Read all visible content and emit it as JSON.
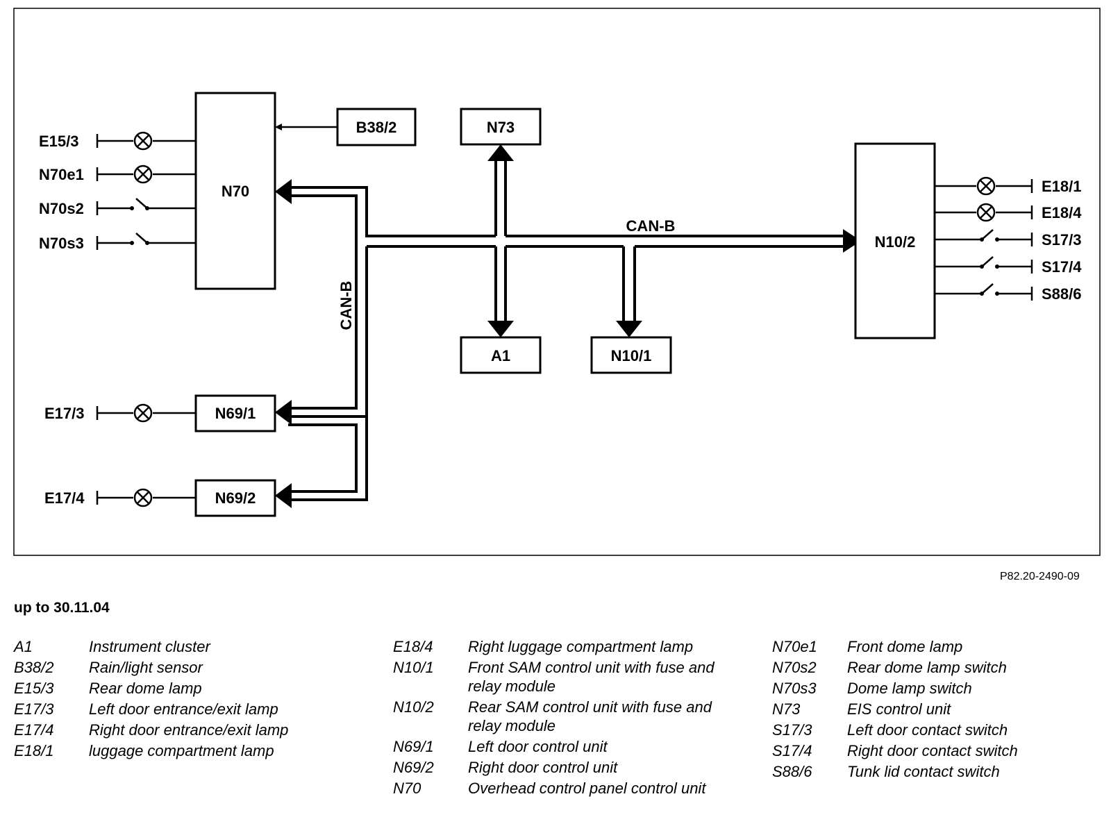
{
  "diagram": {
    "components": {
      "n70": "N70",
      "b38_2": "B38/2",
      "n73": "N73",
      "n10_2": "N10/2",
      "a1": "A1",
      "n10_1": "N10/1",
      "n69_1": "N69/1",
      "n69_2": "N69/2"
    },
    "terminals": {
      "e15_3": "E15/3",
      "n70e1": "N70e1",
      "n70s2": "N70s2",
      "n70s3": "N70s3",
      "e17_3": "E17/3",
      "e17_4": "E17/4",
      "e18_1": "E18/1",
      "e18_4": "E18/4",
      "s17_3": "S17/3",
      "s17_4": "S17/4",
      "s88_6": "S88/6"
    },
    "bus_labels": {
      "horizontal": "CAN-B",
      "vertical": "CAN-B"
    }
  },
  "reference": "P82.20-2490-09",
  "validity": "up to 30.11.04",
  "legend": {
    "col1": [
      {
        "code": "A1",
        "desc": "Instrument cluster"
      },
      {
        "code": "B38/2",
        "desc": "Rain/light sensor"
      },
      {
        "code": "E15/3",
        "desc": "Rear dome lamp"
      },
      {
        "code": "E17/3",
        "desc": "Left door entrance/exit lamp"
      },
      {
        "code": "E17/4",
        "desc": "Right door entrance/exit lamp"
      },
      {
        "code": "E18/1",
        "desc": "luggage compartment lamp"
      }
    ],
    "col2": [
      {
        "code": "E18/4",
        "desc": "Right luggage compartment lamp"
      },
      {
        "code": "N10/1",
        "desc": "Front SAM control unit with fuse and relay module"
      },
      {
        "code": "N10/2",
        "desc": "Rear SAM control unit with fuse and relay module"
      },
      {
        "code": "N69/1",
        "desc": "Left door control unit"
      },
      {
        "code": "N69/2",
        "desc": "Right door control unit"
      },
      {
        "code": "N70",
        "desc": "Overhead control panel control unit"
      }
    ],
    "col3": [
      {
        "code": "N70e1",
        "desc": "Front dome lamp"
      },
      {
        "code": "N70s2",
        "desc": "Rear dome lamp switch"
      },
      {
        "code": "N70s3",
        "desc": "Dome lamp switch"
      },
      {
        "code": "N73",
        "desc": "EIS control unit"
      },
      {
        "code": "S17/3",
        "desc": "Left door contact switch"
      },
      {
        "code": "S17/4",
        "desc": "Right door contact switch"
      },
      {
        "code": "S88/6",
        "desc": "Tunk lid contact switch"
      }
    ]
  }
}
